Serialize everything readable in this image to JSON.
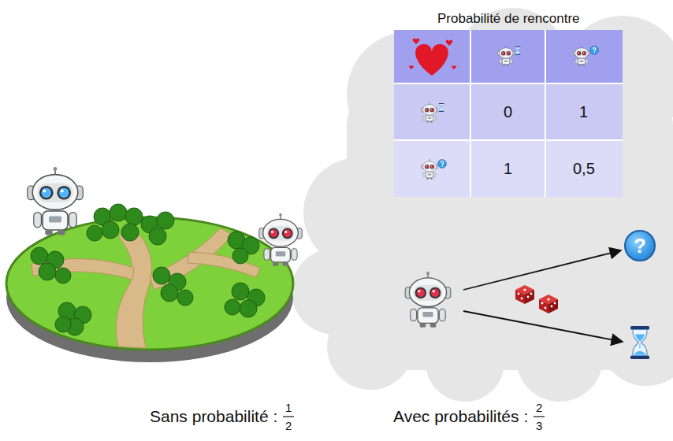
{
  "diagram": {
    "nodes": [
      {
        "text": [
          "?"
        ]
      }
    ],
    "labels": [
      "Probabilité de rencontre",
      "0",
      "1",
      "1",
      "0,5",
      "Sans probabilité :",
      "1",
      "2",
      "Avec probabilités :",
      "2",
      "3"
    ]
  }
}
